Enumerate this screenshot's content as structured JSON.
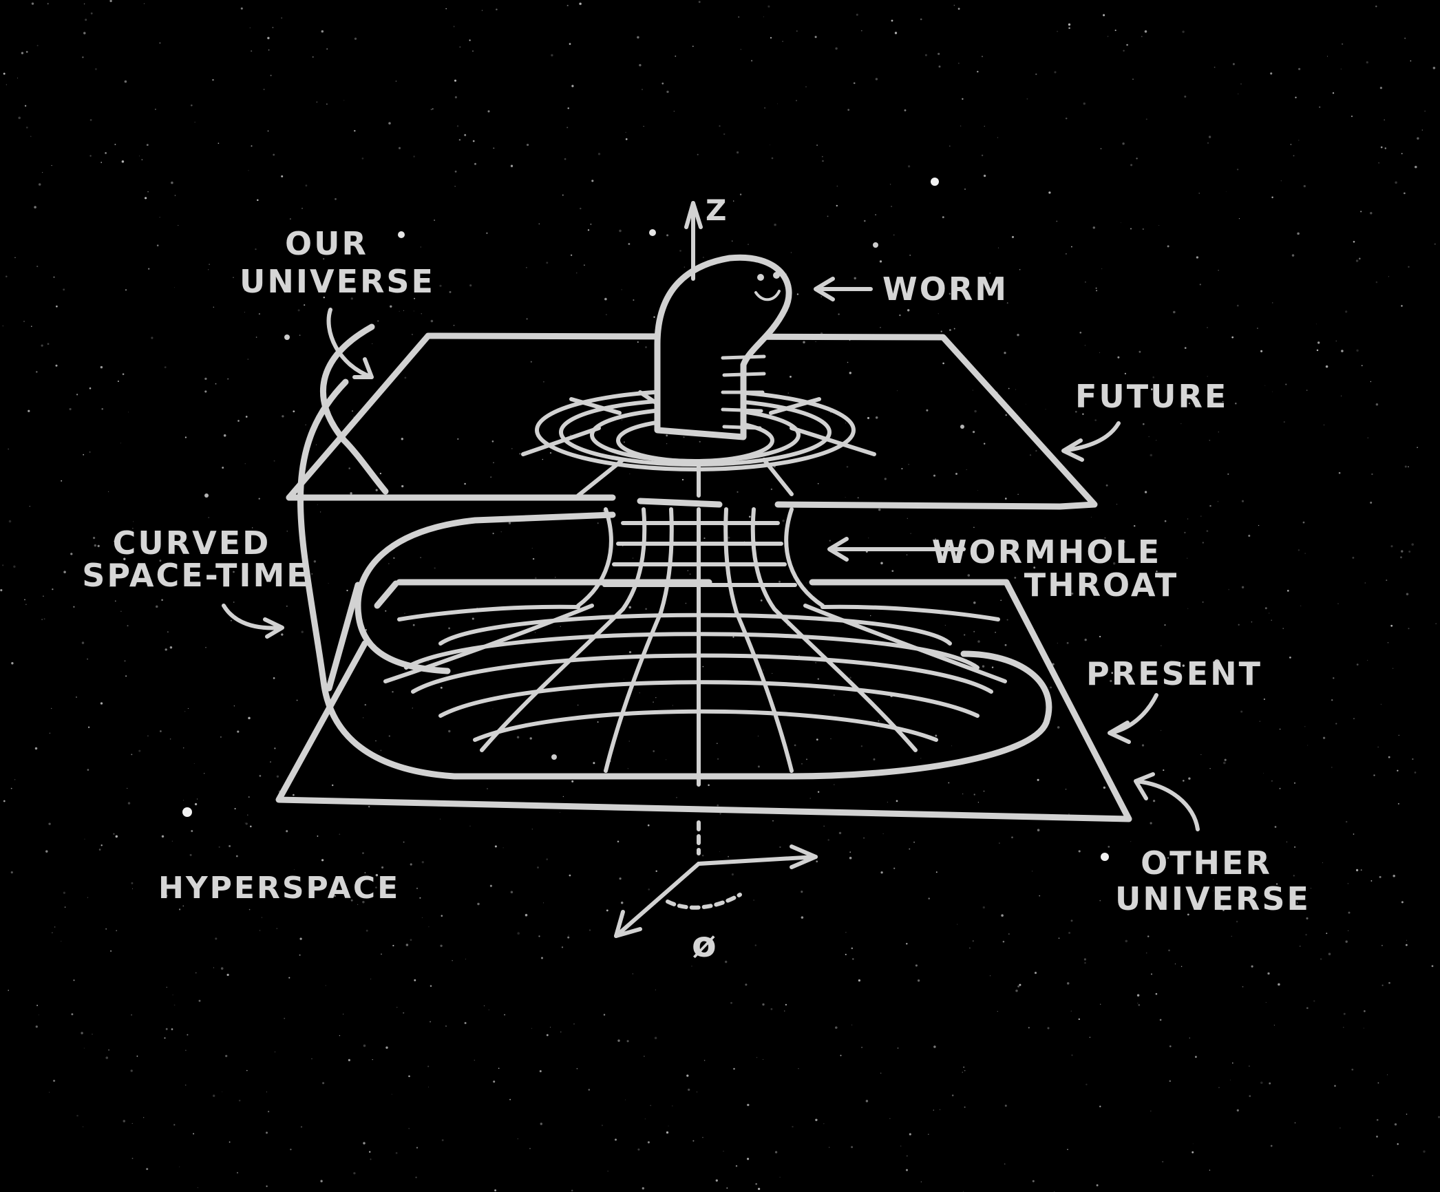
{
  "labels": {
    "our_universe": [
      "OUR",
      "UNIVERSE"
    ],
    "worm": "WORM",
    "future": "FUTURE",
    "curved_space_time": [
      "CURVED",
      "SPACE-TIME"
    ],
    "wormhole_throat": [
      "WORMHOLE",
      "THROAT"
    ],
    "present": "PRESENT",
    "other_universe": [
      "OTHER",
      "UNIVERSE"
    ],
    "hyperspace": "HYPERSPACE",
    "z_axis": "Z",
    "phi_angle": "ø"
  },
  "colors": {
    "background": "#000000",
    "line": "#d2d2d2",
    "text": "#d6d6d6"
  }
}
